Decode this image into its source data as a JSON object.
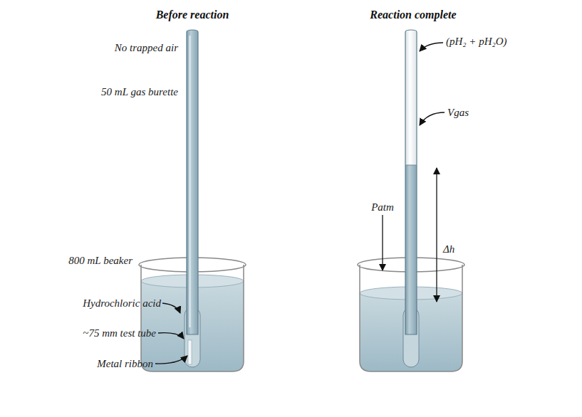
{
  "diagram": {
    "labels": [
      "Before reaction",
      "Reaction complete",
      "No trapped air",
      "50 mL gas burette",
      "800 mL beaker",
      "Hydrochloric acid",
      "~75 mm test tube",
      "Metal ribbon",
      "(pH₂ + pH₂O)",
      "Vgas",
      "Patm",
      "Δh"
    ]
  }
}
